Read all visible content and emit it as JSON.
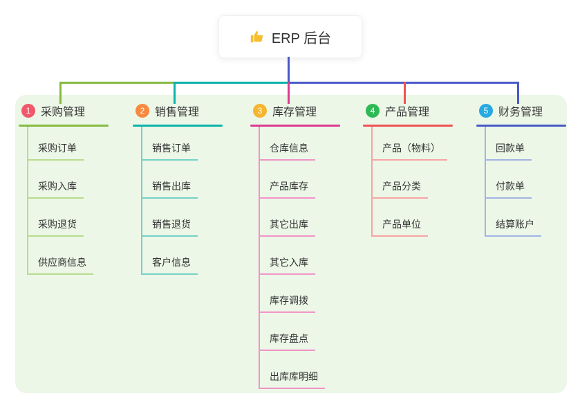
{
  "root": {
    "label": "ERP 后台",
    "icon": "thumbs-up-icon",
    "icon_color": "#f5c02f",
    "connector_color": "#4759c7"
  },
  "panel_color": "#ecf7e7",
  "text_color": "#333333",
  "branches": [
    {
      "num": "1",
      "label": "采购管理",
      "badge_color": "#f1596b",
      "line_color": "#84ba40",
      "tint_color": "#b9dc8e",
      "children": [
        "采购订单",
        "采购入库",
        "采购退货",
        "供应商信息"
      ]
    },
    {
      "num": "2",
      "label": "销售管理",
      "badge_color": "#f8893f",
      "line_color": "#0cb3a8",
      "tint_color": "#73d1c7",
      "children": [
        "销售订单",
        "销售出库",
        "销售退货",
        "客户信息"
      ]
    },
    {
      "num": "3",
      "label": "库存管理",
      "badge_color": "#f6b52e",
      "line_color": "#db3a92",
      "tint_color": "#f194c7",
      "children": [
        "仓库信息",
        "产品库存",
        "其它出库",
        "其它入库",
        "库存调拨",
        "库存盘点",
        "出库库明细"
      ]
    },
    {
      "num": "4",
      "label": "产品管理",
      "badge_color": "#2fb956",
      "line_color": "#f05152",
      "tint_color": "#f8a4a5",
      "children": [
        "产品（物料）",
        "产品分类",
        "产品单位"
      ]
    },
    {
      "num": "5",
      "label": "财务管理",
      "badge_color": "#27a9e1",
      "line_color": "#4759c7",
      "tint_color": "#a3b3e3",
      "children": [
        "回款单",
        "付款单",
        "结算账户"
      ]
    }
  ]
}
